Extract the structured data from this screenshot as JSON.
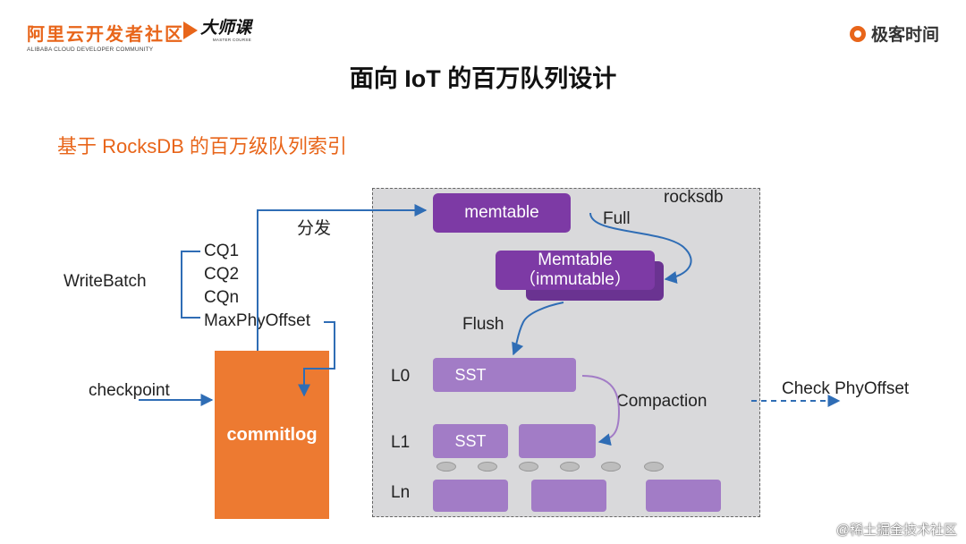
{
  "header": {
    "alibaba_cn": "阿里云开发者社区",
    "alibaba_en": "ALIBABA CLOUD DEVELOPER COMMUNITY",
    "master_cn": "大师课",
    "master_en": "MASTER COURSE",
    "geek": "极客时间"
  },
  "title": "面向 IoT 的百万队列设计",
  "subtitle": "基于 RocksDB 的百万级队列索引",
  "diagram": {
    "writebatch": "WriteBatch",
    "cq1": "CQ1",
    "cq2": "CQ2",
    "cqn": "CQn",
    "maxphyoffset": "MaxPhyOffset",
    "checkpoint": "checkpoint",
    "commitlog": "commitlog",
    "dispatch": "分发",
    "rocksdb": "rocksdb",
    "memtable": "memtable",
    "full": "Full",
    "imm_line1": "Memtable",
    "imm_line2": "（immutable）",
    "flush": "Flush",
    "l0": "L0",
    "l1": "L1",
    "ln": "Ln",
    "sst0": "SST",
    "sst1": "SST",
    "compaction": "Compaction",
    "check": "Check PhyOffset"
  },
  "colors": {
    "orange": "#ed7a31",
    "purple_dark": "#7d3aa5",
    "purple_light": "#a27cc6",
    "arrow_blue": "#2f6db5",
    "rocksdb_bg": "#d9d9db"
  },
  "watermark": "@稀土掘金技术社区"
}
